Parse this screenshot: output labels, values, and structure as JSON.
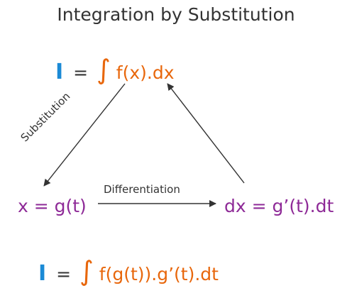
{
  "title": "Integration by Substitution",
  "top_formula": {
    "symbol": "I",
    "equals": "=",
    "integral": "∫",
    "body": "f(x).dx"
  },
  "node_left": "x = g(t)",
  "node_right": "dx = g’(t).dt",
  "edge_substitution": "Substitution",
  "edge_differentiation": "Differentiation",
  "bottom_formula": {
    "symbol": "I",
    "equals": "=",
    "integral": "∫",
    "body": "f(g(t)).g’(t).dt"
  },
  "colors": {
    "symbol_blue": "#1b8ad6",
    "orange": "#e8670c",
    "purple": "#8e2a97",
    "text_dark": "#333333",
    "arrow": "#333333"
  }
}
